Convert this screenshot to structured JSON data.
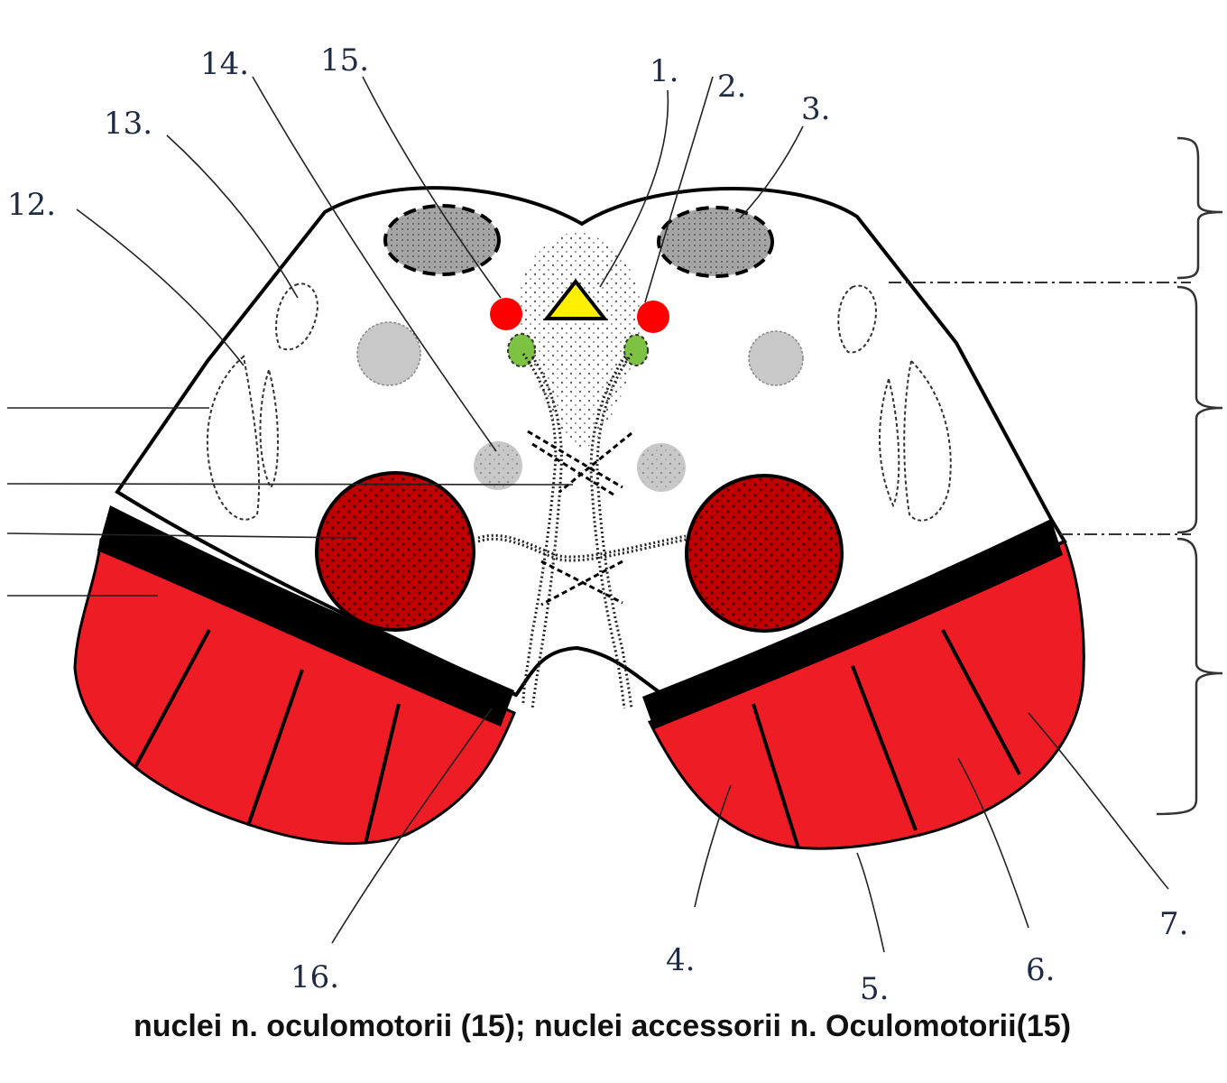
{
  "labels": {
    "l1": "1.",
    "l2": "2.",
    "l3": "3.",
    "l4": "4.",
    "l5": "5.",
    "l6": "6.",
    "l7": "7.",
    "l12": "12.",
    "l13": "13.",
    "l14": "14.",
    "l15": "15.",
    "l16": "16."
  },
  "caption": "nuclei n. oculomotorii (15); nuclei accessorii n. Oculomotorii(15)",
  "colors": {
    "red_nucleus": "#c00000",
    "peduncle_red": "#ee1c24",
    "oculomotor_nucleus": "#ff0000",
    "accessory_nucleus": "#7dc242",
    "aqueduct_triangle": "#ffef00",
    "colliculus_grey": "#a6a6a6",
    "small_nucleus_grey": "#c8c8c8",
    "substantia_nigra": "#000000"
  }
}
